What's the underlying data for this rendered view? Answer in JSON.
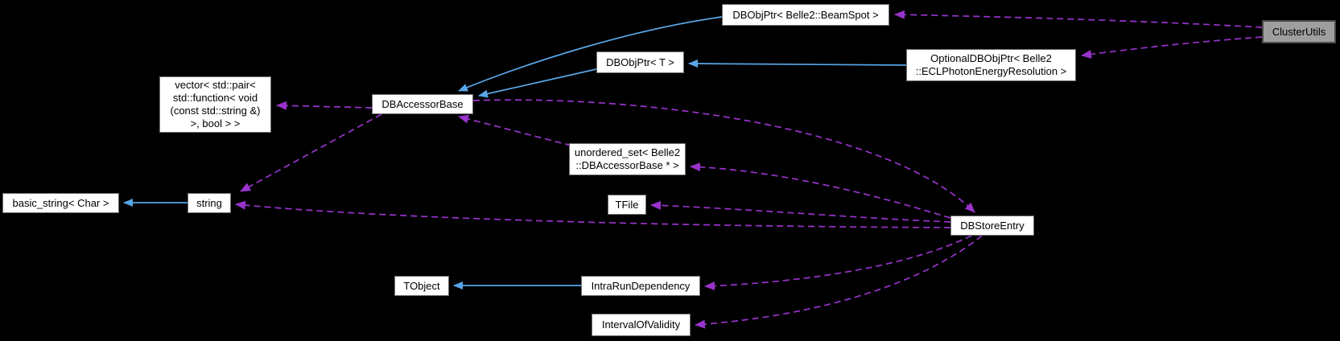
{
  "diagram": {
    "kind": "collaboration-graph",
    "focus_class": "ClusterUtils",
    "colors": {
      "background": "#000000",
      "node_fill": "#ffffff",
      "node_border": "#6e6e6e",
      "focus_node_fill": "#9e9e9e",
      "inheritance_edge": "#58a6e8",
      "usage_edge": "#9933cc",
      "text": "#000000"
    },
    "nodes": [
      {
        "id": "dbobjptr-beamspot",
        "label": "DBObjPtr< Belle2::BeamSpot >"
      },
      {
        "id": "clusterutils",
        "label": "ClusterUtils"
      },
      {
        "id": "dbobjptr-t",
        "label": "DBObjPtr< T >"
      },
      {
        "id": "optionaldbobjptr",
        "label": "OptionalDBObjPtr< Belle2\n::ECLPhotonEnergyResolution >"
      },
      {
        "id": "vector-callbacks",
        "label": "vector< std::pair<\nstd::function< void\n(const std::string &)\n>, bool > >"
      },
      {
        "id": "dbaccessorbase",
        "label": "DBAccessorBase"
      },
      {
        "id": "unordered-set",
        "label": "unordered_set< Belle2\n::DBAccessorBase * >"
      },
      {
        "id": "tfile",
        "label": "TFile"
      },
      {
        "id": "basic-string",
        "label": "basic_string< Char >"
      },
      {
        "id": "string",
        "label": "string"
      },
      {
        "id": "dbstoreentry",
        "label": "DBStoreEntry"
      },
      {
        "id": "tobject",
        "label": "TObject"
      },
      {
        "id": "intrarundependency",
        "label": "IntraRunDependency"
      },
      {
        "id": "intervalofvalidity",
        "label": "IntervalOfValidity"
      }
    ],
    "edges": [
      {
        "from": "DBObjPtr< Belle2::BeamSpot >",
        "to": "DBAccessorBase",
        "type": "inheritance"
      },
      {
        "from": "DBObjPtr< T >",
        "to": "DBAccessorBase",
        "type": "inheritance"
      },
      {
        "from": "OptionalDBObjPtr< Belle2::ECLPhotonEnergyResolution >",
        "to": "DBObjPtr< T >",
        "type": "inheritance"
      },
      {
        "from": "string",
        "to": "basic_string< Char >",
        "type": "inheritance"
      },
      {
        "from": "IntraRunDependency",
        "to": "TObject",
        "type": "inheritance"
      },
      {
        "from": "ClusterUtils",
        "to": "DBObjPtr< Belle2::BeamSpot >",
        "type": "usage"
      },
      {
        "from": "ClusterUtils",
        "to": "OptionalDBObjPtr< Belle2::ECLPhotonEnergyResolution >",
        "type": "usage"
      },
      {
        "from": "DBAccessorBase",
        "to": "vector< std::pair< std::function< void (const std::string &) >, bool > >",
        "type": "usage"
      },
      {
        "from": "DBAccessorBase",
        "to": "string",
        "type": "usage"
      },
      {
        "from": "DBAccessorBase",
        "to": "DBStoreEntry",
        "type": "usage"
      },
      {
        "from": "unordered_set< Belle2::DBAccessorBase * >",
        "to": "DBAccessorBase",
        "type": "usage"
      },
      {
        "from": "DBStoreEntry",
        "to": "unordered_set< Belle2::DBAccessorBase * >",
        "type": "usage"
      },
      {
        "from": "DBStoreEntry",
        "to": "TFile",
        "type": "usage"
      },
      {
        "from": "DBStoreEntry",
        "to": "string",
        "type": "usage"
      },
      {
        "from": "DBStoreEntry",
        "to": "IntraRunDependency",
        "type": "usage"
      },
      {
        "from": "DBStoreEntry",
        "to": "IntervalOfValidity",
        "type": "usage"
      }
    ]
  }
}
